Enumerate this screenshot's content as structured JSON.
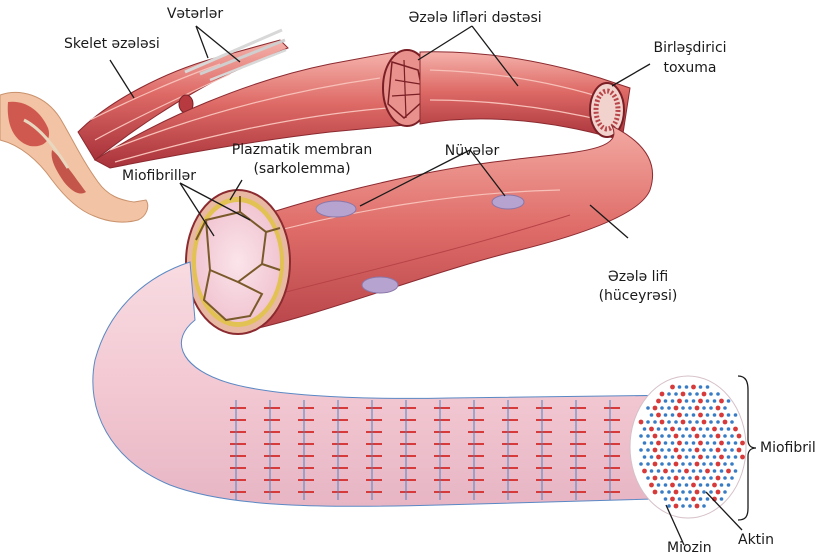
{
  "labels": {
    "tendons": "Vətərlər",
    "skeletal_muscle": "Skelet əzələsi",
    "fascicle": "Əzələ lifləri dəstəsi",
    "connective_tissue_1": "Birləşdirici",
    "connective_tissue_2": "toxuma",
    "plasma_membrane_1": "Plazmatik membran",
    "plasma_membrane_2": "(sarkolemma)",
    "nuclei": "Nüvələr",
    "myofibrils": "Miofibrillər",
    "muscle_fiber_1": "Əzələ lifi",
    "muscle_fiber_2": "(hüceyrəsi)",
    "myofibril": "Miofibril",
    "actin": "Aktin",
    "myosin": "Miozin"
  },
  "colors": {
    "muscle_red": "#d9575a",
    "muscle_light": "#f0a4a0",
    "muscle_dark": "#a8323a",
    "myofibril_pink": "#f5d3da",
    "myofibril_blue": "#4a86c8",
    "actin_blue": "#3a7cc4",
    "myosin_red": "#d63a3a",
    "nucleus_purple": "#b7a3cf",
    "membrane_yellow": "#e0c440",
    "skin_tone": "#f2c3a4"
  }
}
